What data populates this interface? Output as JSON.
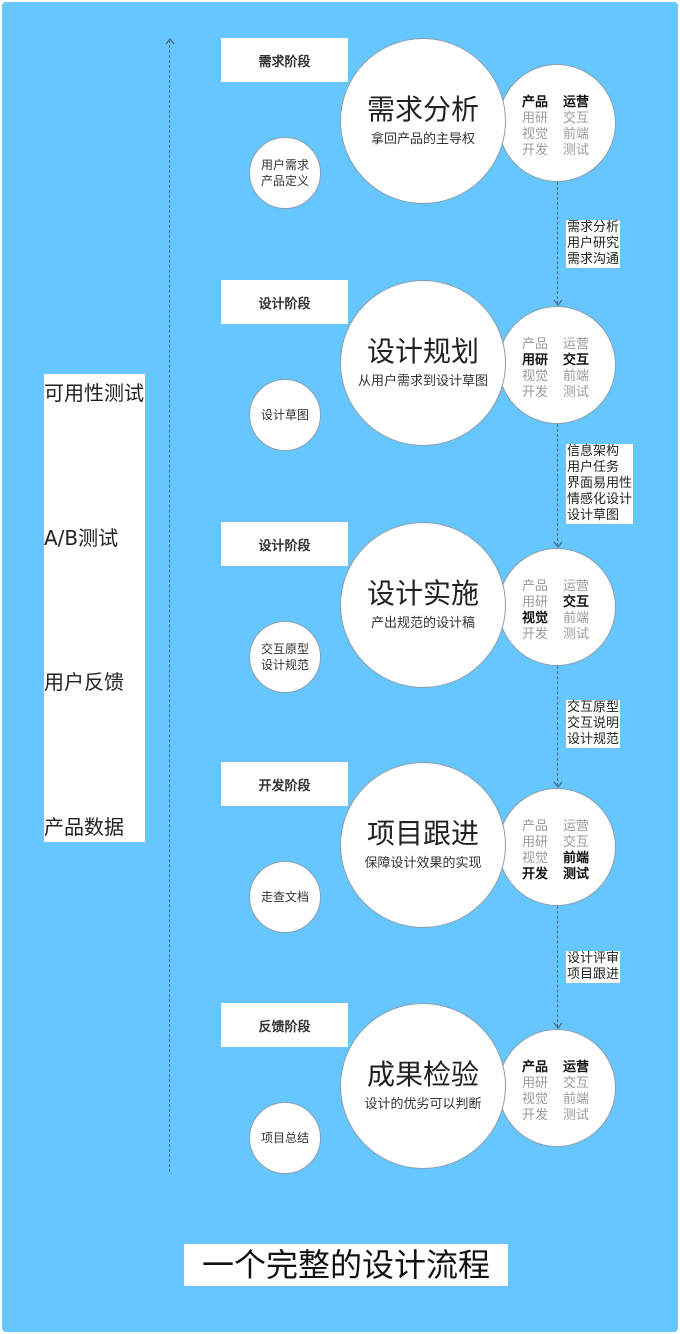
{
  "side_items": [
    "可用性测试",
    "A/B测试",
    "用户反馈",
    "产品数据"
  ],
  "stages": [
    {
      "label": "需求阶段",
      "title": "需求分析",
      "subtitle": "拿回产品的主导权",
      "outputs": [
        "用户需求",
        "产品定义"
      ],
      "roles": [
        {
          "name": "产品",
          "active": true
        },
        {
          "name": "运营",
          "active": true
        },
        {
          "name": "用研",
          "active": false
        },
        {
          "name": "交互",
          "active": false
        },
        {
          "name": "视觉",
          "active": false
        },
        {
          "name": "前端",
          "active": false
        },
        {
          "name": "开发",
          "active": false
        },
        {
          "name": "测试",
          "active": false
        }
      ]
    },
    {
      "label": "设计阶段",
      "title": "设计规划",
      "subtitle": "从用户需求到设计草图",
      "outputs": [
        "设计草图"
      ],
      "roles": [
        {
          "name": "产品",
          "active": false
        },
        {
          "name": "运营",
          "active": false
        },
        {
          "name": "用研",
          "active": true
        },
        {
          "name": "交互",
          "active": true
        },
        {
          "name": "视觉",
          "active": false
        },
        {
          "name": "前端",
          "active": false
        },
        {
          "name": "开发",
          "active": false
        },
        {
          "name": "测试",
          "active": false
        }
      ]
    },
    {
      "label": "设计阶段",
      "title": "设计实施",
      "subtitle": "产出规范的设计稿",
      "outputs": [
        "交互原型",
        "设计规范"
      ],
      "roles": [
        {
          "name": "产品",
          "active": false
        },
        {
          "name": "运营",
          "active": false
        },
        {
          "name": "用研",
          "active": false
        },
        {
          "name": "交互",
          "active": true
        },
        {
          "name": "视觉",
          "active": true
        },
        {
          "name": "前端",
          "active": false
        },
        {
          "name": "开发",
          "active": false
        },
        {
          "name": "测试",
          "active": false
        }
      ]
    },
    {
      "label": "开发阶段",
      "title": "项目跟进",
      "subtitle": "保障设计效果的实现",
      "outputs": [
        "走查文档"
      ],
      "roles": [
        {
          "name": "产品",
          "active": false
        },
        {
          "name": "运营",
          "active": false
        },
        {
          "name": "用研",
          "active": false
        },
        {
          "name": "交互",
          "active": false
        },
        {
          "name": "视觉",
          "active": false
        },
        {
          "name": "前端",
          "active": true
        },
        {
          "name": "开发",
          "active": true
        },
        {
          "name": "测试",
          "active": true
        }
      ]
    },
    {
      "label": "反馈阶段",
      "title": "成果检验",
      "subtitle": "设计的优劣可以判断",
      "outputs": [
        "项目总结"
      ],
      "roles": [
        {
          "name": "产品",
          "active": true
        },
        {
          "name": "运营",
          "active": true
        },
        {
          "name": "用研",
          "active": false
        },
        {
          "name": "交互",
          "active": false
        },
        {
          "name": "视觉",
          "active": false
        },
        {
          "name": "前端",
          "active": false
        },
        {
          "name": "开发",
          "active": false
        },
        {
          "name": "测试",
          "active": false
        }
      ]
    }
  ],
  "transitions": [
    [
      "需求分析",
      "用户研究",
      "需求沟通"
    ],
    [
      "信息架构",
      "用户任务",
      "界面易用性",
      "情感化设计",
      "设计草图"
    ],
    [
      "交互原型",
      "交互说明",
      "设计规范"
    ],
    [
      "设计评审",
      "项目跟进"
    ]
  ],
  "footer_title": "一个完整的设计流程",
  "colors": {
    "background": "#66c6ff",
    "card": "#ffffff",
    "active_text": "#111111",
    "inactive_text": "#9a9a9a"
  }
}
